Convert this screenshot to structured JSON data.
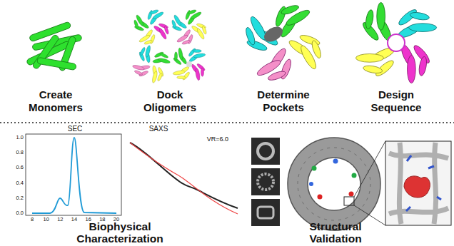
{
  "diagram": {
    "labels": [
      "Create Monomers",
      "Dock Oligomers",
      "Determine Pockets",
      "Design Sequence",
      "SEC",
      "1.0",
      "0.8",
      "0.6",
      "0.4",
      "0.2",
      "0.0",
      "8",
      "10",
      "12",
      "14",
      "16",
      "18",
      "20",
      "SAXS",
      "VR=6.0",
      "Biophysical Characterization",
      "Structural Validation"
    ]
  }
}
